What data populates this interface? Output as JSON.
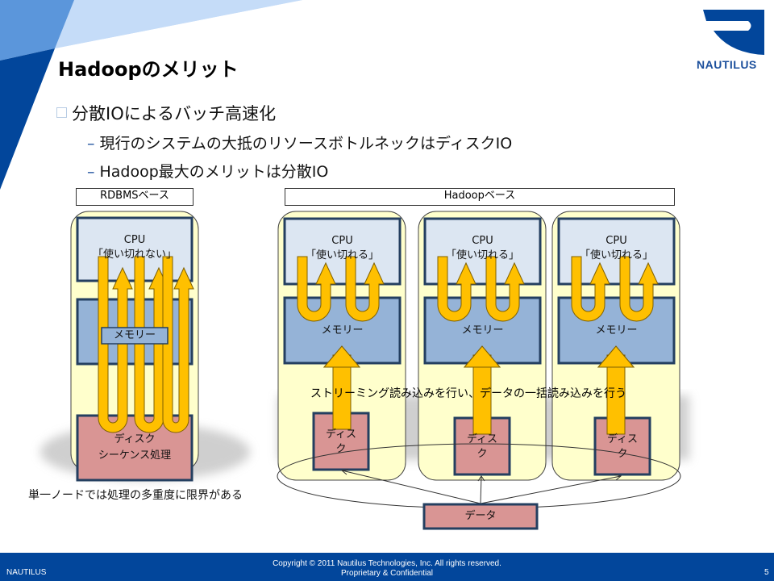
{
  "slide": {
    "title": "Hadoopのメリット",
    "logo_text": "NAUTILUS",
    "bullets": [
      {
        "level": 1,
        "text": "分散IOによるバッチ高速化"
      },
      {
        "level": 2,
        "text": "現行のシステムの大抵のリソースボトルネックはディスクIO"
      },
      {
        "level": 2,
        "text": "Hadoop最大のメリットは分散IO"
      }
    ],
    "page_number": "5"
  },
  "diagram": {
    "rdbms": {
      "header": "RDBMSベース",
      "cpu_line1": "CPU",
      "cpu_line2": "「使い切れない」",
      "memory": "メモリー",
      "disk_line1": "ディスク",
      "disk_line2": "シーケンス処理",
      "caption": "単一ノードでは処理の多重度に限界がある"
    },
    "hadoop": {
      "header": "Hadoopベース",
      "nodes": [
        {
          "cpu_line1": "CPU",
          "cpu_line2": "「使い切れる」",
          "memory": "メモリー",
          "disk_line1": "ディス",
          "disk_line2": "ク"
        },
        {
          "cpu_line1": "CPU",
          "cpu_line2": "「使い切れる」",
          "memory": "メモリー",
          "disk_line1": "ディス",
          "disk_line2": "ク"
        },
        {
          "cpu_line1": "CPU",
          "cpu_line2": "「使い切れる」",
          "memory": "メモリー",
          "disk_line1": "ディス",
          "disk_line2": "ク"
        }
      ],
      "streaming_caption": "ストリーミング読み込みを行い、データの一括読み込みを行う",
      "data_box": "データ"
    },
    "colors": {
      "node_bg": "#ffffcc",
      "cpu_fill": "#dce6f2",
      "memory_fill": "#95b3d7",
      "disk_fill": "#d99594",
      "border": "#243f60",
      "arrow_fill": "#ffc000"
    }
  },
  "footer": {
    "left": "NAUTILUS",
    "copyright_line1": "Copyright © 2011 Nautilus Technologies, Inc. All rights reserved.",
    "copyright_line2": "Proprietary & Confidential"
  }
}
